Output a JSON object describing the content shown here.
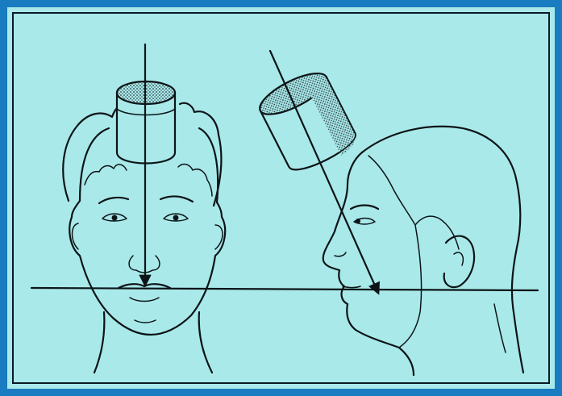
{
  "figure": {
    "panels": [
      "frontal-view",
      "lateral-view"
    ],
    "icon_names": [
      "beam-cylinder",
      "central-ray-arrow",
      "occlusal-plane-line"
    ]
  },
  "colors": {
    "frame": "#1a7cc0",
    "background": "#a9e9ea",
    "ink": "#0d1417"
  }
}
